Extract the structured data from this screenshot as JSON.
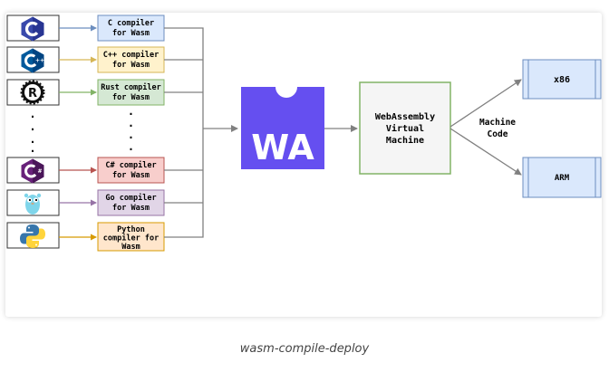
{
  "compilers": [
    {
      "lang": "C",
      "line1": "C compiler",
      "line2": "for Wasm",
      "line3": "",
      "fill": "#dae8fc",
      "stroke": "#6c8ebf",
      "icon": "c-language-icon"
    },
    {
      "lang": "C++",
      "line1": "C++ compiler",
      "line2": "for Wasm",
      "line3": "",
      "fill": "#fff2cc",
      "stroke": "#d6b656",
      "icon": "cpp-language-icon"
    },
    {
      "lang": "Rust",
      "line1": "Rust compiler",
      "line2": "for Wasm",
      "line3": "",
      "fill": "#d5e8d4",
      "stroke": "#82b366",
      "icon": "rust-language-icon"
    },
    {
      "lang": "C#",
      "line1": "C# compiler",
      "line2": "for Wasm",
      "line3": "",
      "fill": "#f8cecc",
      "stroke": "#b85450",
      "icon": "csharp-language-icon"
    },
    {
      "lang": "Go",
      "line1": "Go compiler",
      "line2": "for Wasm",
      "line3": "",
      "fill": "#e1d5e7",
      "stroke": "#9673a6",
      "icon": "go-gopher-icon"
    },
    {
      "lang": "Python",
      "line1": "Python",
      "line2": "compiler for",
      "line3": "Wasm",
      "fill": "#ffe6cc",
      "stroke": "#d79b00",
      "icon": "python-language-icon"
    }
  ],
  "ellipsis": ".",
  "wasm_logo": {
    "text": "WA",
    "color": "#654ff0"
  },
  "vm": {
    "line1": "WebAssembly",
    "line2": "Virtual",
    "line3": "Machine",
    "fill": "#f5f5f5",
    "stroke": "#82b366"
  },
  "target_label": {
    "line1": "Machine",
    "line2": "Code"
  },
  "targets": [
    {
      "label": "x86",
      "fill": "#dae8fc",
      "stroke": "#6c8ebf"
    },
    {
      "label": "ARM",
      "fill": "#dae8fc",
      "stroke": "#6c8ebf"
    }
  ],
  "caption": "wasm-compile-deploy"
}
